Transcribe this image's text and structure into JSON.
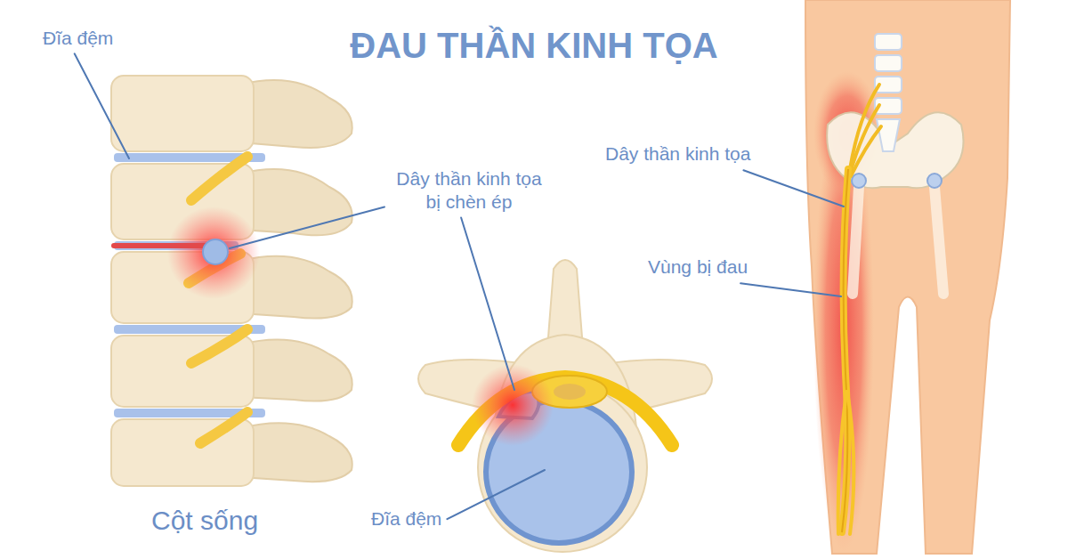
{
  "diagram": {
    "title": "ĐAU THẦN KINH TỌA",
    "labels": [
      "Đĩa đệm",
      "Dây thần kinh tọa bị chèn ép",
      "Dây thần kinh tọa",
      "Vùng bị đau",
      "Đĩa đệm",
      "Cột sống"
    ]
  }
}
